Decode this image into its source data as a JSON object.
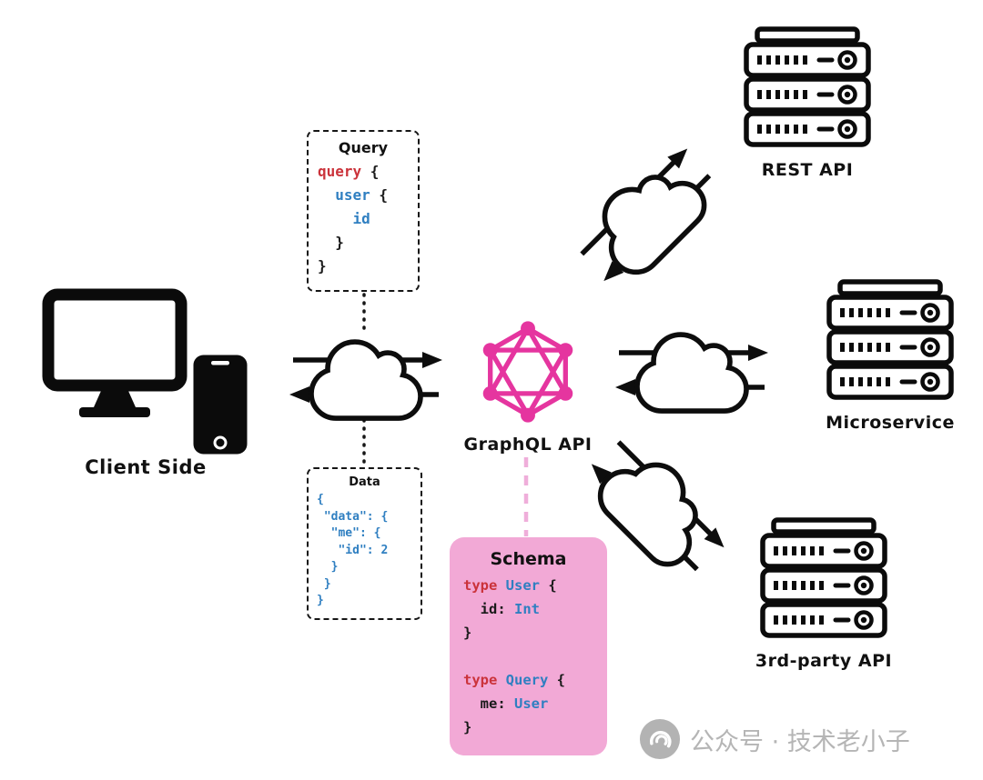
{
  "colors": {
    "graphql_pink": "#e5359f",
    "schema_bg": "#f2a9d6",
    "schema_link": "#efaeda",
    "code_red": "#cb333b",
    "code_blue": "#2f7fc1",
    "code_black": "#1a1a1a",
    "watermark": "#b5b5b5"
  },
  "labels": {
    "client": "Client Side",
    "graphql": "GraphQL API",
    "rest": "REST API",
    "microservice": "Microservice",
    "thirdparty": "3rd-party API"
  },
  "query_box": {
    "title": "Query",
    "lines": [
      [
        {
          "t": "query",
          "c": "r"
        },
        {
          "t": " {",
          "c": "k"
        }
      ],
      [
        {
          "t": "  ",
          "c": "k"
        },
        {
          "t": "user",
          "c": "b"
        },
        {
          "t": " {",
          "c": "k"
        }
      ],
      [
        {
          "t": "    ",
          "c": "k"
        },
        {
          "t": "id",
          "c": "b"
        }
      ],
      [
        {
          "t": "  }",
          "c": "k"
        }
      ],
      [
        {
          "t": "}",
          "c": "k"
        }
      ]
    ]
  },
  "data_box": {
    "title": "Data",
    "lines": [
      [
        {
          "t": "{",
          "c": "b"
        }
      ],
      [
        {
          "t": " \"data\": {",
          "c": "b"
        }
      ],
      [
        {
          "t": "  \"me\": {",
          "c": "b"
        }
      ],
      [
        {
          "t": "   \"id\": 2",
          "c": "b"
        }
      ],
      [
        {
          "t": "  }",
          "c": "b"
        }
      ],
      [
        {
          "t": " }",
          "c": "b"
        }
      ],
      [
        {
          "t": "}",
          "c": "b"
        }
      ]
    ]
  },
  "schema_box": {
    "title": "Schema",
    "lines": [
      [
        {
          "t": "type",
          "c": "r"
        },
        {
          "t": " ",
          "c": "k"
        },
        {
          "t": "User",
          "c": "b"
        },
        {
          "t": " {",
          "c": "k"
        }
      ],
      [
        {
          "t": "  id: ",
          "c": "k"
        },
        {
          "t": "Int",
          "c": "b"
        }
      ],
      [
        {
          "t": "}",
          "c": "k"
        }
      ],
      [],
      [
        {
          "t": "type",
          "c": "r"
        },
        {
          "t": " ",
          "c": "k"
        },
        {
          "t": "Query",
          "c": "b"
        },
        {
          "t": " {",
          "c": "k"
        }
      ],
      [
        {
          "t": "  me: ",
          "c": "k"
        },
        {
          "t": "User",
          "c": "b"
        }
      ],
      [
        {
          "t": "}",
          "c": "k"
        }
      ]
    ]
  },
  "watermark": {
    "text": "公众号 · 技术老小子"
  }
}
